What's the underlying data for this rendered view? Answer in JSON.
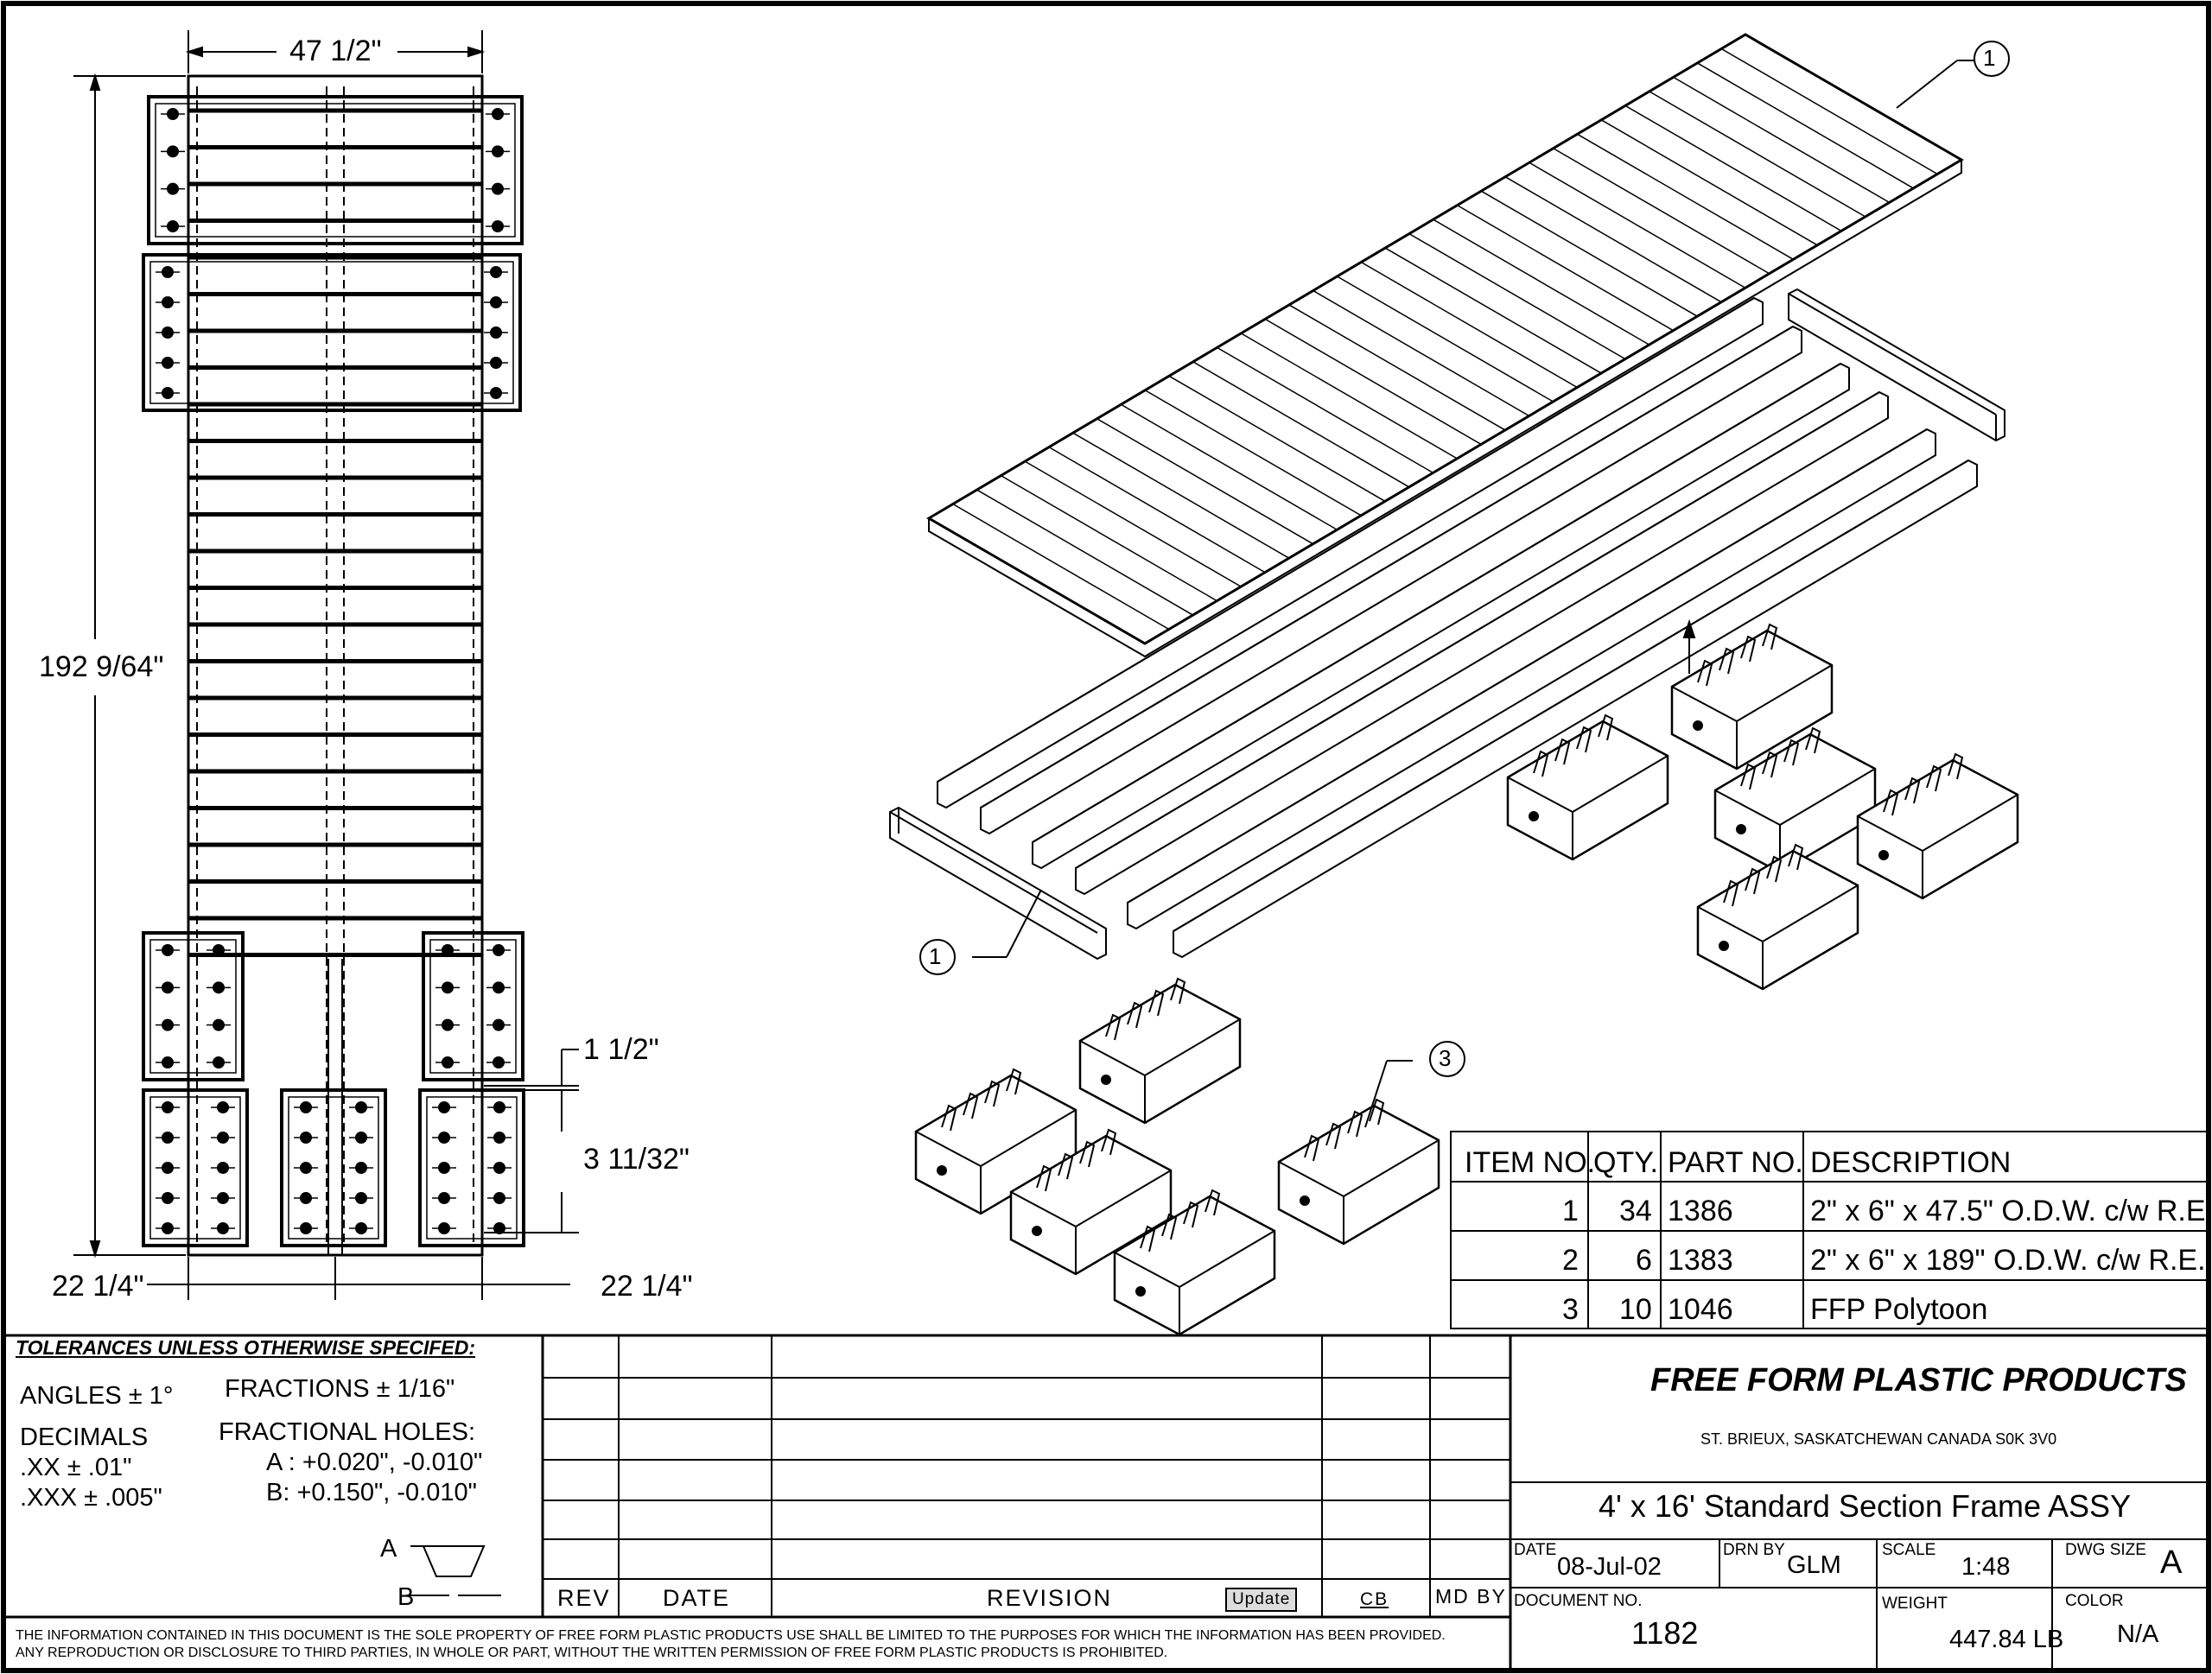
{
  "dimensions": {
    "overall_width": "47 1/2\"",
    "overall_length": "192 9/64\"",
    "board_gap": "1 1/2\"",
    "board_width": "3 11/32\"",
    "left_offset": "22 1/4\"",
    "right_offset": "22 1/4\""
  },
  "balloons": [
    "1",
    "1",
    "3"
  ],
  "bom": {
    "headers": [
      "ITEM NO.",
      "QTY.",
      "PART NO.",
      "DESCRIPTION"
    ],
    "rows": [
      {
        "item": "1",
        "qty": "34",
        "part": "1386",
        "desc": "2\" x 6\" x 47.5\" O.D.W. c/w R.E."
      },
      {
        "item": "2",
        "qty": "6",
        "part": "1383",
        "desc": "2\" x 6\" x 189\" O.D.W. c/w R.E."
      },
      {
        "item": "3",
        "qty": "10",
        "part": "1046",
        "desc": "FFP Polytoon"
      }
    ]
  },
  "tolerances": {
    "title": "TOLERANCES UNLESS OTHERWISE SPECIFED:",
    "angles": "ANGLES   ± 1°",
    "fractions": "FRACTIONS   ± 1/16\"",
    "decimals": "DECIMALS",
    "xx": ".XX   ± .01\"",
    "xxx": ".XXX ± .005\"",
    "fractional_holes": "FRACTIONAL HOLES:",
    "hole_a": "A : +0.020\", -0.010\"",
    "hole_b": "B:  +0.150\", -0.010\"",
    "label_a": "A",
    "label_b": "B"
  },
  "revision_block": {
    "rev": "REV",
    "date": "DATE",
    "revision": "REVISION",
    "update_button": "Update",
    "cb": "CB",
    "md_by": "MD  BY"
  },
  "company": {
    "name": "FREE FORM PLASTIC PRODUCTS",
    "address": "ST. BRIEUX, SASKATCHEWAN    CANADA    S0K 3V0"
  },
  "title_block": {
    "title": "4' x 16' Standard Section Frame ASSY",
    "date_label": "DATE",
    "date": "08-Jul-02",
    "drn_by_label": "DRN BY",
    "drn_by": "GLM",
    "scale_label": "SCALE",
    "scale": "1:48",
    "dwg_size_label": "DWG SIZE",
    "dwg_size": "A",
    "document_no_label": "DOCUMENT NO.",
    "document_no": "1182",
    "weight_label": "WEIGHT",
    "weight": "447.84 LB",
    "color_label": "COLOR",
    "color": "N/A"
  },
  "disclaimer": {
    "line1": "THE INFORMATION CONTAINED IN THIS DOCUMENT IS THE SOLE PROPERTY OF FREE FORM PLASTIC PRODUCTS  USE SHALL BE LIMITED TO THE PURPOSES FOR WHICH THE INFORMATION HAS BEEN PROVIDED.",
    "line2": "ANY REPRODUCTION OR DISCLOSURE TO THIRD PARTIES, IN WHOLE OR PART, WITHOUT THE WRITTEN PERMISSION OF FREE FORM PLASTIC PRODUCTS IS PROHIBITED."
  }
}
